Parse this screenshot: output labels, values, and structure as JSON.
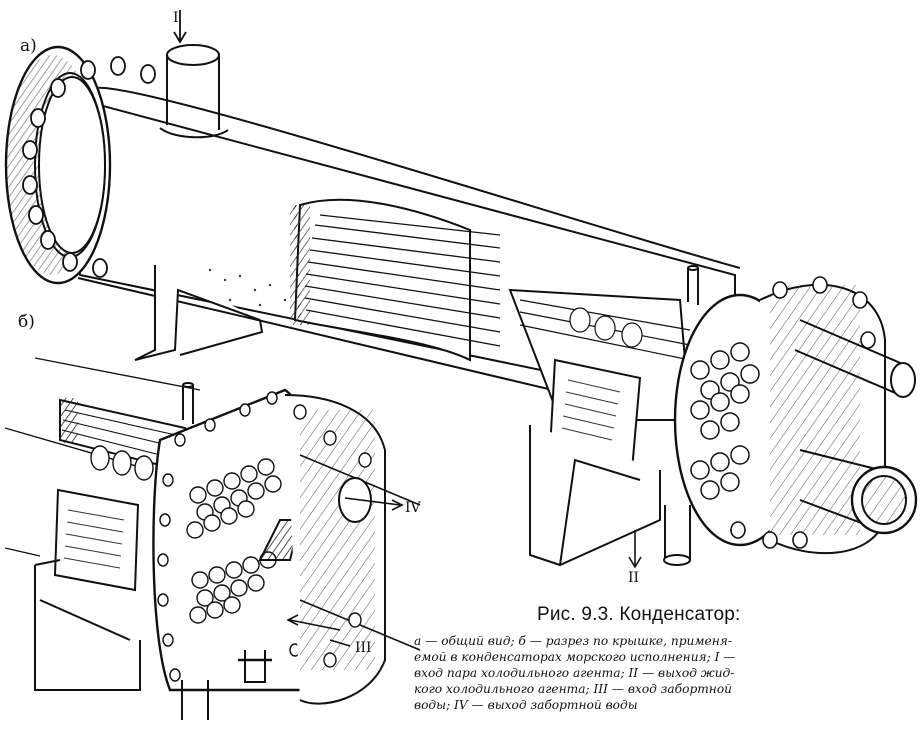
{
  "panel_labels": {
    "a": "а)",
    "b": "б)"
  },
  "flow_labels": {
    "I": "I",
    "II": "II",
    "III": "III",
    "IV": "IV"
  },
  "caption": {
    "title": "Рис. 9.3. Конденсатор:",
    "lines": [
      "а — общий вид; б — разрез по крышке, применя-",
      "емой в конденсаторах морского исполнения; I —",
      "вход пара холодильного агента; II — выход жид-",
      "кого холодильного агента; III — вход забортной",
      "воды; IV — выход забортной воды"
    ]
  }
}
